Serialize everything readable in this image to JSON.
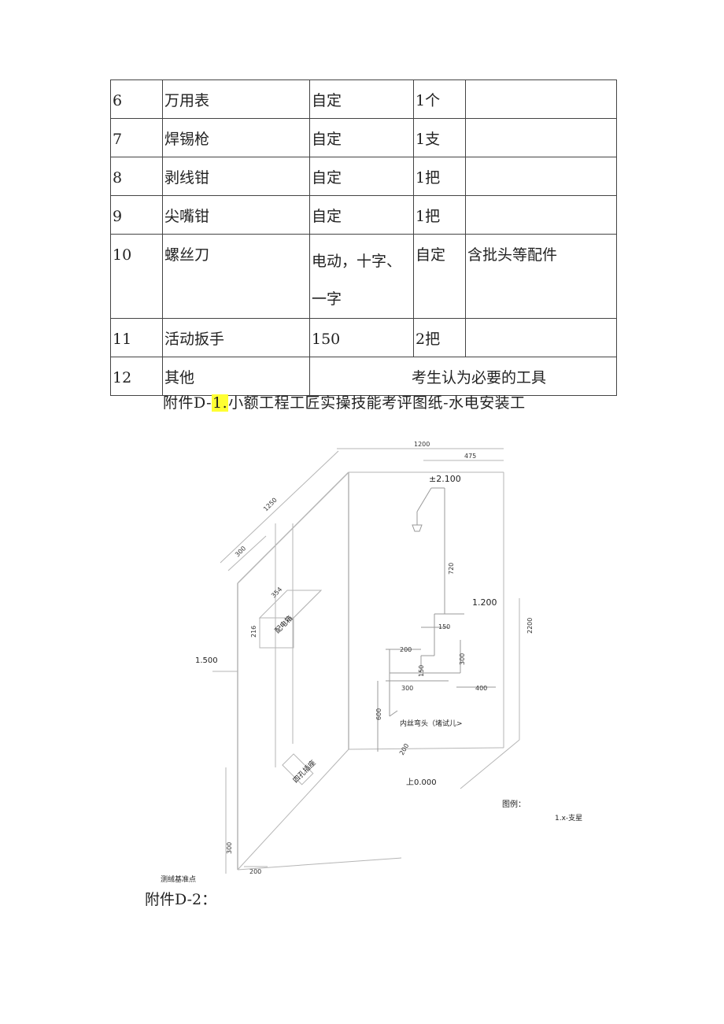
{
  "table": {
    "rows": [
      {
        "no": "6",
        "name": "万用表",
        "spec": "自定",
        "qty": "1个",
        "note": ""
      },
      {
        "no": "7",
        "name": "焊锡枪",
        "spec": "自定",
        "qty": "1支",
        "note": ""
      },
      {
        "no": "8",
        "name": "剥线钳",
        "spec": "自定",
        "qty": "1把",
        "note": ""
      },
      {
        "no": "9",
        "name": "尖嘴钳",
        "spec": "自定",
        "qty": "1把",
        "note": ""
      },
      {
        "no": "10",
        "name": "螺丝刀",
        "spec": "电动，十字、一字",
        "qty": "自定",
        "note": "含批头等配件"
      },
      {
        "no": "11",
        "name": "活动扳手",
        "spec": "150",
        "qty": "2把",
        "note": ""
      }
    ],
    "last_row": {
      "no": "12",
      "name": "其他",
      "merged": "考生认为必要的工具"
    }
  },
  "caption1": {
    "prefix": "附件D-",
    "highlight": "1.",
    "suffix": "小额工程工匠实操技能考评图纸-水电安装工"
  },
  "drawing": {
    "dims": {
      "d1200": "1200",
      "d475": "475",
      "d1250": "1250",
      "d300_top": "300",
      "d354": "354",
      "d216": "216",
      "d720": "720",
      "d150": "150",
      "d300_r": "300",
      "d200": "200",
      "d150_small": "150",
      "d300_b": "300",
      "d400": "400",
      "d600": "600",
      "d200_v": "200",
      "d2200": "2200",
      "d300_base": "300",
      "d200_base": "200"
    },
    "elev_2100": "±2.100",
    "elev_1200": "1.200",
    "elev_1500": "1.500",
    "elev_0": "上0.000",
    "box_label": "配电箱",
    "floor_label": "四孔插座",
    "elbow_label": "内丝弯头（堵试儿>",
    "legend_title": "图例：",
    "legend_item": "1.x-支星",
    "base_point": "测绒基准点"
  },
  "caption2": "附件D-2："
}
